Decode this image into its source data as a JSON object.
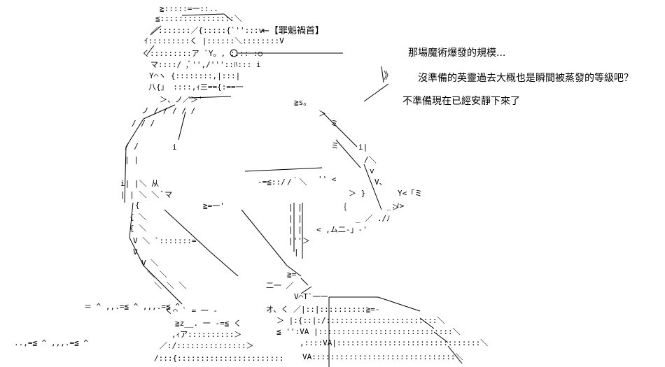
{
  "annotation": {
    "pointer_label": "←【罪魁禍首】"
  },
  "dialogue": {
    "line1": "那場魔術爆發的規模...",
    "line2": "沒準備的英靈過去大概也是瞬間被蒸發的等級吧？",
    "line3": "不準備現在已經安靜下來了"
  },
  "art": {
    "bracket_mark": "》",
    "fragments": [
      "≧:::::=一::..",
      "≦::::::::::::::::＼",
      "／:::::::／{:::::{`'':::v",
      "ｲ:::::::::く  |::::::＼::::::::V",
      "く:::::::::ア  `Y。, :::: :○",
      "マ::::/  ,ﾞ'',/'''::ﾊ::: i",
      "Y⌒ヽ {::::::::,|:::|",
      "八{」 ::::,ｨ三=={:==一",
      "＞、ノ／＞'",
      "ノ / / / / /",
      "/ / /",
      "/ /",
      "i",
      "| |",
      "i|   |＼  从",
      "| |  ＼ ＼ ﾞマ",
      "≧=一'",
      "{",
      "{  ＼",
      "{   ＼",
      "V   ＼  `:::::::=",
      "V",
      "V  ＼",
      "＼  ＼",
      "＼  ＼ ＼",
      "く⌒  ` = 一 -",
      "≧z__.   一  -=≦  く",
      ",ｨア::::::::::＞",
      "／:/:::::::::::::::＞",
      "/:::{:::::::::::::::::::::::",
      "≧s。",
      "＞",
      "ミ",
      "ミ",
      "i|",
      "/＼",
      "v",
      "V、",
      "Y<「ミ",
      "_.ﾉ>",
      "＞",
      "ﾉ",
      "-=≦::/",
      "/｀＼",
      "'' <",
      "＞  }",
      "｛",
      "_ ／ ./",
      "<  ,ム二-」-'",
      "| |",
      "| |",
      "| |",
      "|''＞",
      "|",
      "≧=",
      "二一  ／",
      "V⌒T`一一",
      "オ、く  ／|::|::::::::::≧=-",
      "＞ |:{::|:/::::::::::::::::::::::::＼",
      "≦ '':VA |:::::::::::::::::::::::::::::＼",
      ",::::VA|:::::::::::::::::::::::::::::::＼",
      "VA:::::::::::::::::::::::::::::::＼",
      "＝ ^ ,,.=≦ ^ ,,,.=≦ ^",
      "..,=≦ ^ ,,,.=≦ ^"
    ]
  }
}
